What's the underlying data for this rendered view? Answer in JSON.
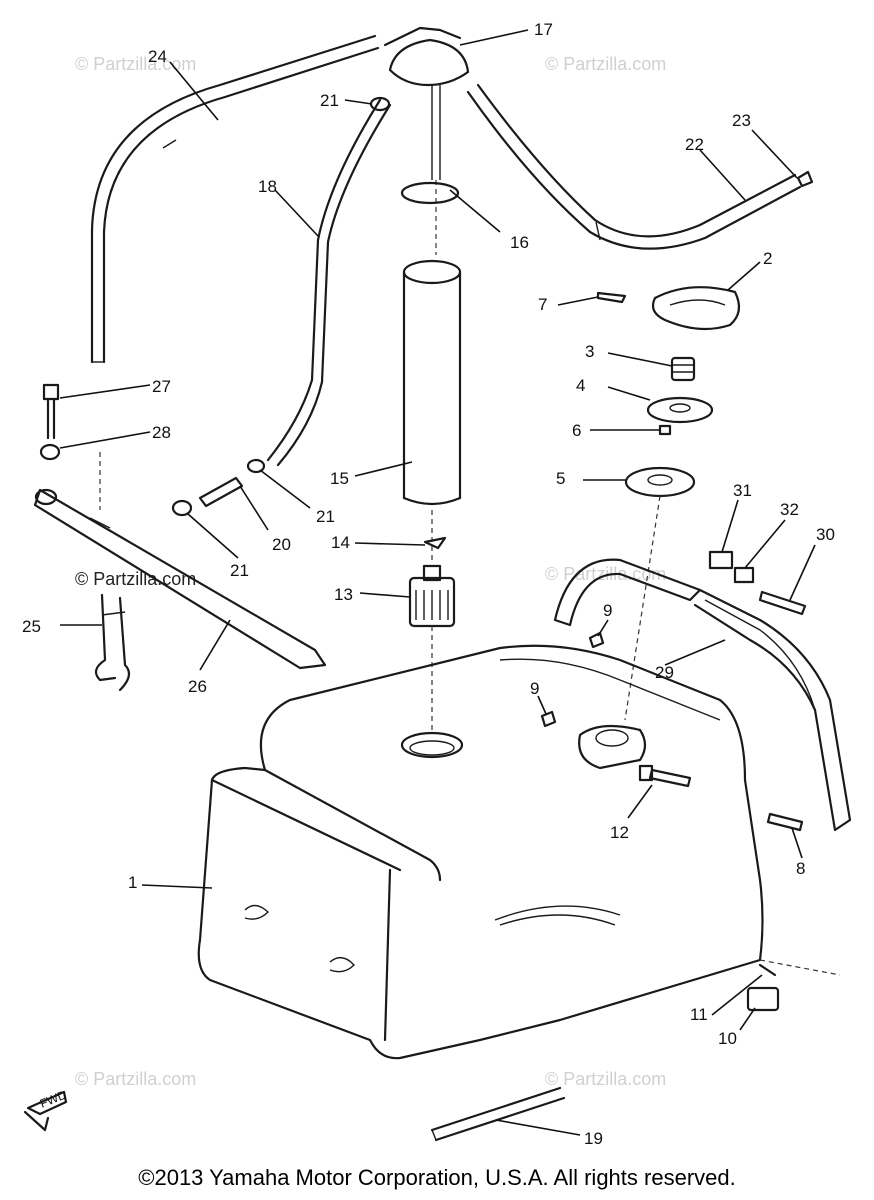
{
  "watermark": "© Partzilla.com",
  "copyright": "©2013  Yamaha Motor Corporation, U.S.A. All rights reserved.",
  "fwd_label": "FWD",
  "callouts": [
    "1",
    "2",
    "3",
    "4",
    "5",
    "6",
    "7",
    "8",
    "9",
    "9",
    "10",
    "11",
    "12",
    "13",
    "14",
    "15",
    "16",
    "17",
    "18",
    "19",
    "20",
    "21",
    "21",
    "21",
    "22",
    "23",
    "24",
    "25",
    "26",
    "27",
    "28",
    "29",
    "30",
    "31",
    "32"
  ]
}
